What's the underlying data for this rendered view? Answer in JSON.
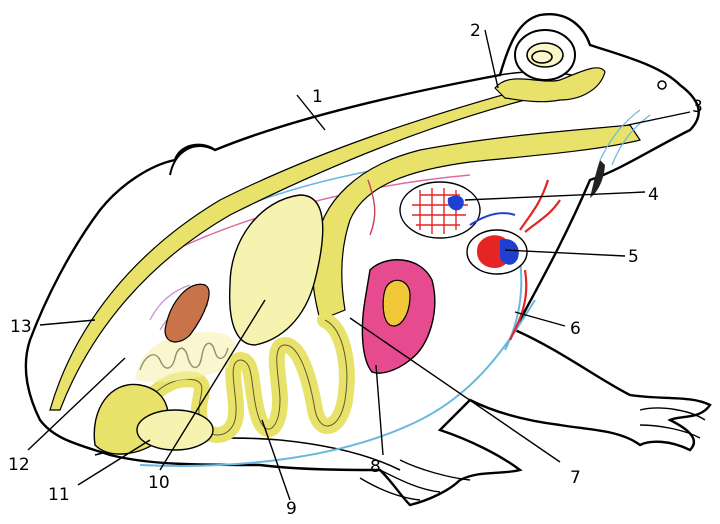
{
  "labels": {
    "n1": "1",
    "n2": "2",
    "n3": "3",
    "n4": "4",
    "n5": "5",
    "n6": "6",
    "n7": "7",
    "n8": "8",
    "n9": "9",
    "n10": "10",
    "n11": "11",
    "n12": "12",
    "n13": "13"
  },
  "colors": {
    "outline": "#000000",
    "nervous": "#e8e26a",
    "intestine": "#f6f2b0",
    "liver": "#e64a8f",
    "liver_inner": "#f2c838",
    "heart_red": "#e52424",
    "heart_blue": "#1f3fd0",
    "spleen": "#c8734a",
    "vessel_blue": "#6ab8e0",
    "vessel_pink": "#e06aa0"
  }
}
